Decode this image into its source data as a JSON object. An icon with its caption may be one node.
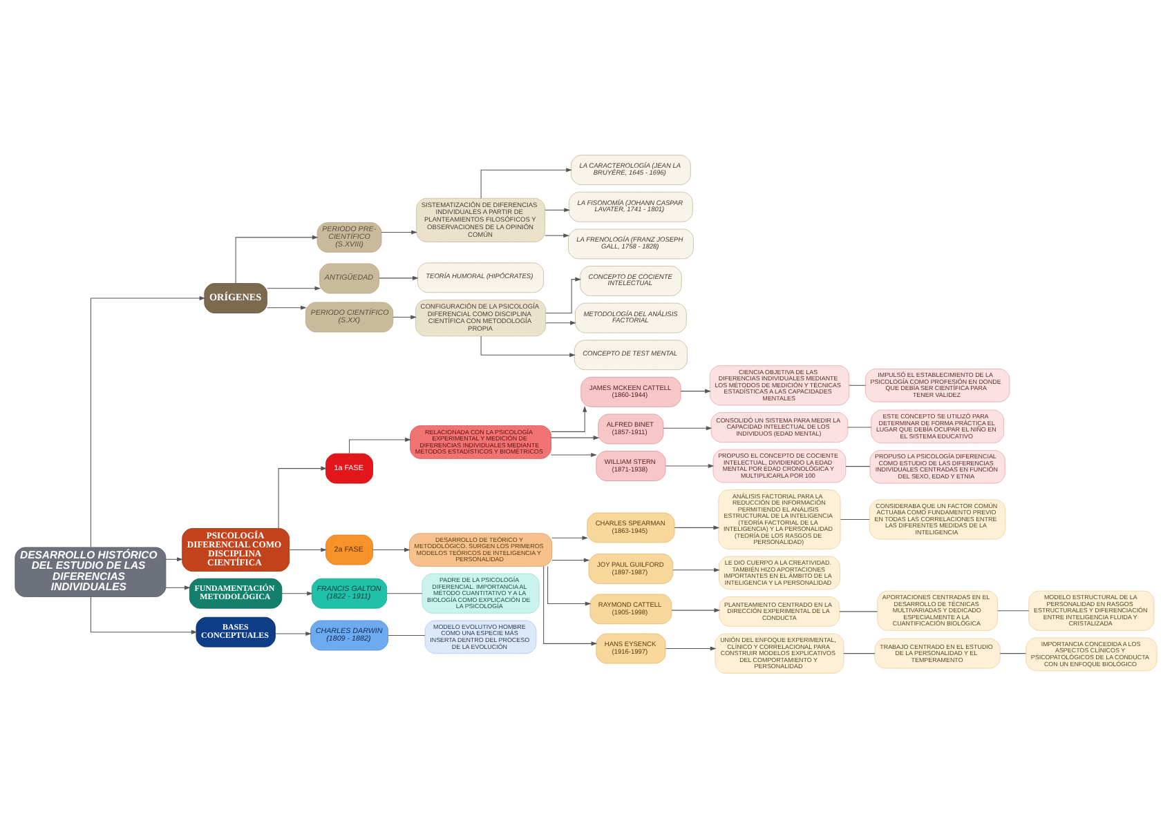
{
  "diagram": {
    "nodes": [
      {
        "text": [
          "DESARROLLO HISTÓRICO DEL ESTUDIO DE LAS DIFERENCIAS INDIVIDUALES"
        ]
      },
      {
        "text": [
          "ORÍGENES"
        ]
      },
      {
        "text": [
          "PERIODO PRE-CIENTÍFICO (S.XVIII)"
        ]
      },
      {
        "text": [
          "SISTEMATIZACIÓN DE DIFERENCIAS INDIVIDUALES A PARTIR DE PLANTEAMIENTOS FILOSÓFICOS Y OBSERVACIONES DE LA OPINIÓN COMÚN"
        ]
      },
      {
        "text": [
          "LA CARACTEROLOGÍA (JEAN LA BRUYÈRE, 1645 - 1696)"
        ]
      },
      {
        "text": [
          "LA FISONOMÍA (JOHANN CASPAR LAVATER, 1741 - 1801)"
        ]
      },
      {
        "text": [
          "LA FRENOLOGÍA (FRANZ JOSEPH GALL, 1758 - 1828)"
        ]
      },
      {
        "text": [
          "ANTIGÜEDAD"
        ]
      },
      {
        "text": [
          "TEORÍA HUMORAL (HIPÓCRATES)"
        ]
      },
      {
        "text": [
          "PERIODO CIENTÍFICO (S.XX)"
        ]
      },
      {
        "text": [
          "CONFIGURACIÓN DE LA PSICOLOGÍA DIFERENCIAL COMO DISCIPLINA CIENTÍFICA CON METODOLOGÍA PROPIA"
        ]
      },
      {
        "text": [
          "CONCEPTO DE COCIENTE INTELECTUAL"
        ]
      },
      {
        "text": [
          "METODOLOGÍA DEL ANÁLISIS FACTORIAL"
        ]
      },
      {
        "text": [
          "CONCEPTO DE TEST MENTAL"
        ]
      },
      {
        "text": [
          "PSICOLOGÍA DIFERENCIAL COMO DISCIPLINA CIENTÍFICA"
        ]
      },
      {
        "text": [
          "1a FASE"
        ]
      },
      {
        "text": [
          "RELACIONADA CON LA PSICOLOGÍA EXPERIMENTAL Y MEDICIÓN DE DIFERENCIAS INDIVIDUALES MEDIANTE MÉTODOS ESTADÍSTICOS Y BIOMÉTRICOS"
        ]
      },
      {
        "text": [
          "JAMES MCKEEN CATTELL (1860-1944)"
        ]
      },
      {
        "text": [
          "CIENCIA OBJETIVA DE LAS DIFERENCIAS INDIVIDUALES MEDIANTE LOS MÉTODOS DE MEDICIÓN Y TÉCNICAS ESTADÍSTICAS A LAS CAPACIDADES MENTALES"
        ]
      },
      {
        "text": [
          "IMPULSÓ EL ESTABLECIMIENTO DE LA PSICOLOGÍA COMO PROFESIÓN EN DONDE QUE DEBÍA SER CIENTÍFICA PARA TENER VALIDEZ"
        ]
      },
      {
        "text": [
          "ALFRED BINET (1857-1911)"
        ]
      },
      {
        "text": [
          "CONSOLIDÓ UN SISTEMA PARA MEDIR LA CAPACIDAD INTELECTUAL DE LOS INDIVIDUOS (EDAD MENTAL)"
        ]
      },
      {
        "text": [
          "ESTE CONCEPTO SE UTILIZÓ PARA DETERMINAR DE FORMA PRÁCTICA EL LUGAR QUE DEBÍA OCUPAR EL NIÑO EN EL SISTEMA EDUCATIVO"
        ]
      },
      {
        "text": [
          "WILLIAM STERN (1871-1938)"
        ]
      },
      {
        "text": [
          "PROPUSO EL CONCEPTO DE COCIENTE INTELECTUAL, DIVIDIENDO LA EDAD MENTAL POR EDAD CRONOLÓGICA Y MULTIPLICARLA POR 100"
        ]
      },
      {
        "text": [
          "PROPUSO LA PSICOLOGÍA DIFERENCIAL COMO ESTUDIO DE LAS DIFERENCIAS INDIVIDUALES CENTRADAS EN FUNCIÓN DEL SEXO, EDAD Y ETNIA"
        ]
      },
      {
        "text": [
          "2a FASE"
        ]
      },
      {
        "text": [
          "DESARROLLO DE TEÓRICO Y METODOLÓGICO. SURGEN LOS PRIMEROS MODELOS TEÓRICOS DE INTELIGENCIA Y PERSONALIDAD"
        ]
      },
      {
        "text": [
          "CHARLES SPEARMAN (1863-1945)"
        ]
      },
      {
        "text": [
          "ANÁLISIS FACTORIAL PARA LA REDUCCIÓN DE INFORMACIÓN PERMITIENDO EL ANÁLISIS ESTRUCTURAL DE LA INTELIGENCIA (TEORÍA FACTORIAL DE LA INTELIGENCIA) Y LA PERSONALIDAD (TEORÍA DE LOS RASGOS DE PERSONALIDAD)"
        ]
      },
      {
        "text": [
          "CONSIDERABA QUE UN FACTOR COMÚN ACTUABA COMO FUNDAMENTO PREVIO EN TODAS LAS CORRELACIONES ENTRE LAS DIFERENTES MEDIDAS DE LA INTELIGENCIA"
        ]
      },
      {
        "text": [
          "JOY PAUL GUILFORD (1897-1987)"
        ]
      },
      {
        "text": [
          "LE DIO CUERPO A LA CREATIVIDAD. TAMBIÉN HIZO APORTACIONES IMPORTANTES EN EL ÁMBITO DE LA INTELIGENCIA Y LA PERSONALIDAD"
        ]
      },
      {
        "text": [
          "RAYMOND CATTELL (1905-1998)"
        ]
      },
      {
        "text": [
          "PLANTEAMIENTO CENTRADO EN LA DIRECCIÓN EXPERIMENTAL DE LA CONDUCTA"
        ]
      },
      {
        "text": [
          "APORTACIONES CENTRADAS EN EL DESARROLLO DE TÉCNICAS MULTIVARIADAS Y DEDICADO ESPECIALMENTE A LA CUANTIFICACIÓN BIOLÓGICA"
        ]
      },
      {
        "text": [
          "MODELO ESTRUCTURAL DE LA PERSONALIDAD EN RASGOS ESTRUCTURALES Y DIFERENCIACIÓN ENTRE INTELIGENCIA FLUIDA Y CRISTALIZADA"
        ]
      },
      {
        "text": [
          "HANS EYSENCK (1916-1997)"
        ]
      },
      {
        "text": [
          "UNIÓN DEL ENFOQUE EXPERIMENTAL, CLÍNICO Y CORRELACIONAL PARA CONSTRUIR MODELOS EXPLICATIVOS DEL COMPORTAMIENTO Y PERSONALIDAD"
        ]
      },
      {
        "text": [
          "TRABAJO CENTRADO EN EL ESTUDIO DE LA PERSONALIDAD Y EL TEMPERAMENTO"
        ]
      },
      {
        "text": [
          "IMPORTANCIA CONCEDIDA A LOS ASPECTOS CLÍNICOS Y PSICOPATOLÓGICOS DE LA CONDUCTA CON UN ENFOQUE BIOLÓGICO"
        ]
      },
      {
        "text": [
          "FUNDAMENTACIÓN METODOLÓGICA"
        ]
      },
      {
        "text": [
          "FRANCIS GALTON (1822 - 1911)"
        ]
      },
      {
        "text": [
          "PADRE DE LA PSICOLOGÍA DIFERENCIAL. IMPORTANCIA AL MÉTODO CUANTITATIVO Y A LA BIOLOGÍA COMO EXPLICACIÓN DE LA PSICOLOGÍA"
        ]
      },
      {
        "text": [
          "BASES CONCEPTUALES"
        ]
      },
      {
        "text": [
          "CHARLES DARWIN (1809 - 1882)"
        ]
      },
      {
        "text": [
          "MODELO EVOLUTIVO HOMBRE COMO UNA ESPECIE MÁS INSERTA DENTRO DEL PROCESO DE LA EVOLUCIÓN"
        ]
      }
    ],
    "edges": [
      {
        "from": 0,
        "to": 1,
        "arrow": "to"
      },
      {
        "from": 1,
        "to": 2,
        "arrow": "to"
      },
      {
        "from": 2,
        "to": 3,
        "arrow": "to"
      },
      {
        "from": 3,
        "to": 4,
        "arrow": "to"
      },
      {
        "from": 3,
        "to": 5,
        "arrow": "to"
      },
      {
        "from": 3,
        "to": 6,
        "arrow": "to"
      },
      {
        "from": 1,
        "to": 7,
        "arrow": "to"
      },
      {
        "from": 7,
        "to": 8,
        "arrow": "to"
      },
      {
        "from": 1,
        "to": 9,
        "arrow": "to"
      },
      {
        "from": 9,
        "to": 10,
        "arrow": "to"
      },
      {
        "from": 10,
        "to": 11,
        "arrow": "to"
      },
      {
        "from": 10,
        "to": 12,
        "arrow": "to"
      },
      {
        "from": 10,
        "to": 13,
        "arrow": "to"
      },
      {
        "from": 0,
        "to": 14,
        "arrow": "to"
      },
      {
        "from": 14,
        "to": 15,
        "arrow": "to"
      },
      {
        "from": 15,
        "to": 16,
        "arrow": "to"
      },
      {
        "from": 16,
        "to": 17,
        "arrow": "to"
      },
      {
        "from": 16,
        "to": 20,
        "arrow": "to"
      },
      {
        "from": 16,
        "to": 23,
        "arrow": "to"
      },
      {
        "from": 17,
        "to": 18,
        "arrow": "to"
      },
      {
        "from": 18,
        "to": 19,
        "arrow": "none"
      },
      {
        "from": 20,
        "to": 21,
        "arrow": "to"
      },
      {
        "from": 21,
        "to": 22,
        "arrow": "none"
      },
      {
        "from": 23,
        "to": 24,
        "arrow": "to"
      },
      {
        "from": 24,
        "to": 25,
        "arrow": "none"
      },
      {
        "from": 14,
        "to": 26,
        "arrow": "to"
      },
      {
        "from": 26,
        "to": 27,
        "arrow": "to"
      },
      {
        "from": 27,
        "to": 28,
        "arrow": "to"
      },
      {
        "from": 27,
        "to": 31,
        "arrow": "to"
      },
      {
        "from": 27,
        "to": 33,
        "arrow": "to"
      },
      {
        "from": 27,
        "to": 37,
        "arrow": "to"
      },
      {
        "from": 28,
        "to": 29,
        "arrow": "to"
      },
      {
        "from": 29,
        "to": 30,
        "arrow": "none"
      },
      {
        "from": 31,
        "to": 32,
        "arrow": "to"
      },
      {
        "from": 33,
        "to": 34,
        "arrow": "to"
      },
      {
        "from": 34,
        "to": 35,
        "arrow": "none"
      },
      {
        "from": 35,
        "to": 36,
        "arrow": "none"
      },
      {
        "from": 37,
        "to": 38,
        "arrow": "to"
      },
      {
        "from": 38,
        "to": 39,
        "arrow": "none"
      },
      {
        "from": 39,
        "to": 40,
        "arrow": "none"
      },
      {
        "from": 0,
        "to": 41,
        "arrow": "to"
      },
      {
        "from": 41,
        "to": 42,
        "arrow": "to"
      },
      {
        "from": 42,
        "to": 43,
        "arrow": "none"
      },
      {
        "from": 0,
        "to": 44,
        "arrow": "to"
      },
      {
        "from": 44,
        "to": 45,
        "arrow": "to"
      },
      {
        "from": 45,
        "to": 46,
        "arrow": "none"
      }
    ]
  }
}
